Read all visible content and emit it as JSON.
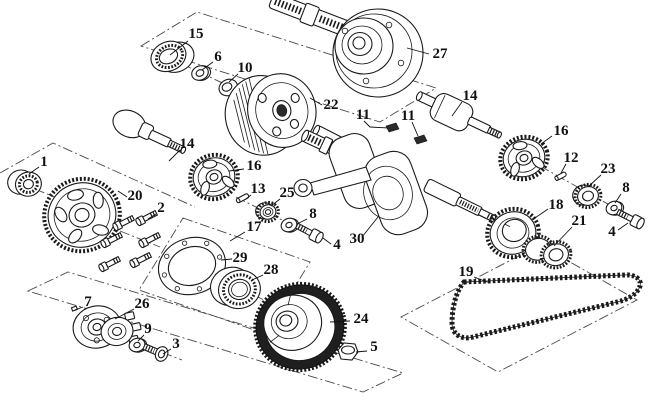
{
  "diagram": {
    "kind": "exploded-parts-diagram",
    "colors": {
      "line": "#1a1a1a",
      "background": "#ffffff",
      "dash": "#4a4a4a"
    }
  },
  "callouts": {
    "c1": "1",
    "c2": "2",
    "c3": "3",
    "c4a": "4",
    "c4b": "4",
    "c5": "5",
    "c6": "6",
    "c7": "7",
    "c8a": "8",
    "c8b": "8",
    "c9": "9",
    "c10": "10",
    "c11a": "11",
    "c11b": "11",
    "c12": "12",
    "c13": "13",
    "c14a": "14",
    "c14b": "14",
    "c15": "15",
    "c16a": "16",
    "c16b": "16",
    "c17": "17",
    "c18": "18",
    "c19": "19",
    "c20": "20",
    "c21": "21",
    "c22": "22",
    "c23": "23",
    "c24": "24",
    "c25": "25",
    "c26": "26",
    "c27": "27",
    "c28": "28",
    "c29": "29",
    "c30": "30"
  }
}
